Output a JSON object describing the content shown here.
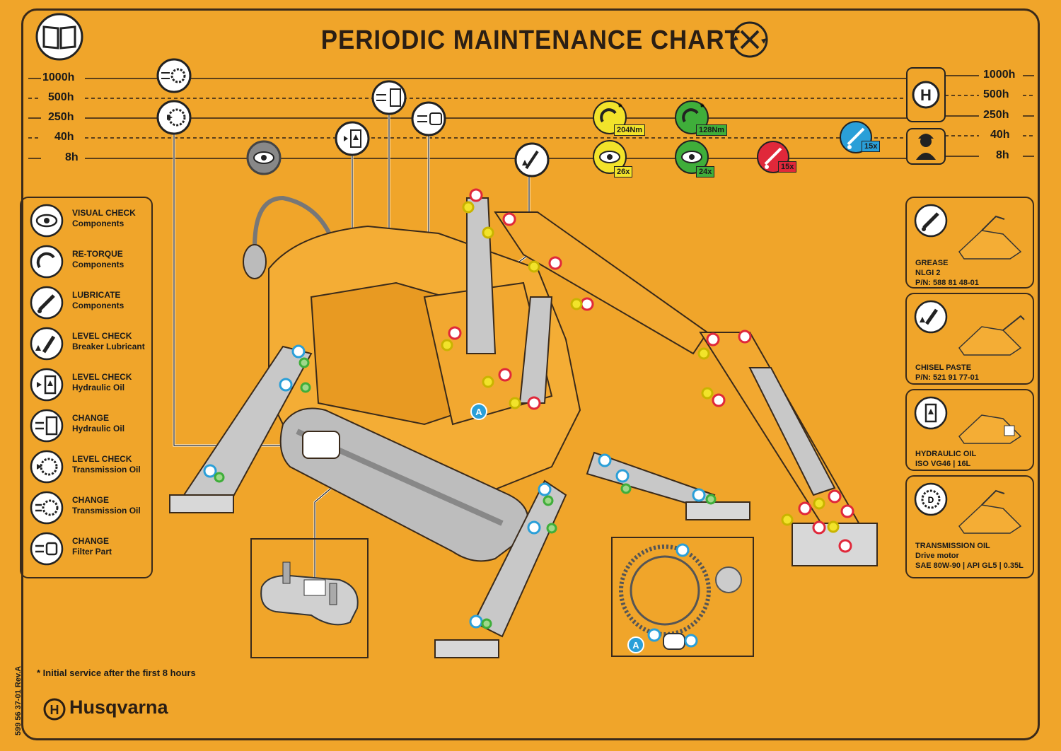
{
  "title": "PERIODIC MAINTENANCE CHART",
  "intervals_left": [
    "1000h",
    "500h",
    "250h",
    "40h",
    "8h"
  ],
  "intervals_right": [
    "1000h",
    "500h",
    "250h",
    "40h",
    "8h"
  ],
  "chart_icons": {
    "yellow_torque_label": "204Nm",
    "yellow_visual_label": "26x",
    "green_torque_label": "128Nm",
    "green_visual_label": "24x",
    "red_lubricate_label": "15x",
    "blue_lubricate_label": "15x"
  },
  "legend": [
    {
      "line1": "VISUAL CHECK",
      "line2": "Components",
      "icon": "eye-icon"
    },
    {
      "line1": "RE-TORQUE",
      "line2": "Components",
      "icon": "wrench-icon"
    },
    {
      "line1": "LUBRICATE",
      "line2": "Components",
      "icon": "grease-gun-icon"
    },
    {
      "line1": "LEVEL CHECK",
      "line2": "Breaker Lubricant",
      "icon": "breaker-lubricant-icon"
    },
    {
      "line1": "LEVEL CHECK",
      "line2": "Hydraulic Oil",
      "icon": "hydraulic-oil-level-icon"
    },
    {
      "line1": "CHANGE",
      "line2": "Hydraulic Oil",
      "icon": "hydraulic-oil-change-icon"
    },
    {
      "line1": "LEVEL CHECK",
      "line2": "Transmission Oil",
      "icon": "transmission-oil-level-icon"
    },
    {
      "line1": "CHANGE",
      "line2": "Transmission Oil",
      "icon": "transmission-oil-change-icon"
    },
    {
      "line1": "CHANGE",
      "line2": "Filter Part",
      "icon": "filter-change-icon"
    }
  ],
  "fluids": [
    {
      "line1": "GREASE",
      "line2": "NLGI 2",
      "line3": "P/N: 588 81 48-01",
      "icon": "grease-gun-icon"
    },
    {
      "line1": "CHISEL PASTE",
      "line2": "P/N: 521 91 77-01",
      "icon": "chisel-paste-icon"
    },
    {
      "line1": "HYDRAULIC OIL",
      "line2": "ISO VG46 | 16L",
      "icon": "hydraulic-oil-icon"
    },
    {
      "line1": "TRANSMISSION OIL",
      "line2": "Drive motor",
      "line3": "SAE 80W-90 | API GL5 | 0.35L",
      "icon": "transmission-oil-icon"
    }
  ],
  "marker_label": "A",
  "footnote": "* Initial service after the first 8 hours",
  "part_number": "599 56 37-01  Rev.A",
  "brand": "Husqvarna",
  "colors": {
    "background": "#f0a52a",
    "yellow": "#f2e32a",
    "green": "#3fae3a",
    "red": "#e0283a",
    "blue": "#2a9fd8"
  }
}
